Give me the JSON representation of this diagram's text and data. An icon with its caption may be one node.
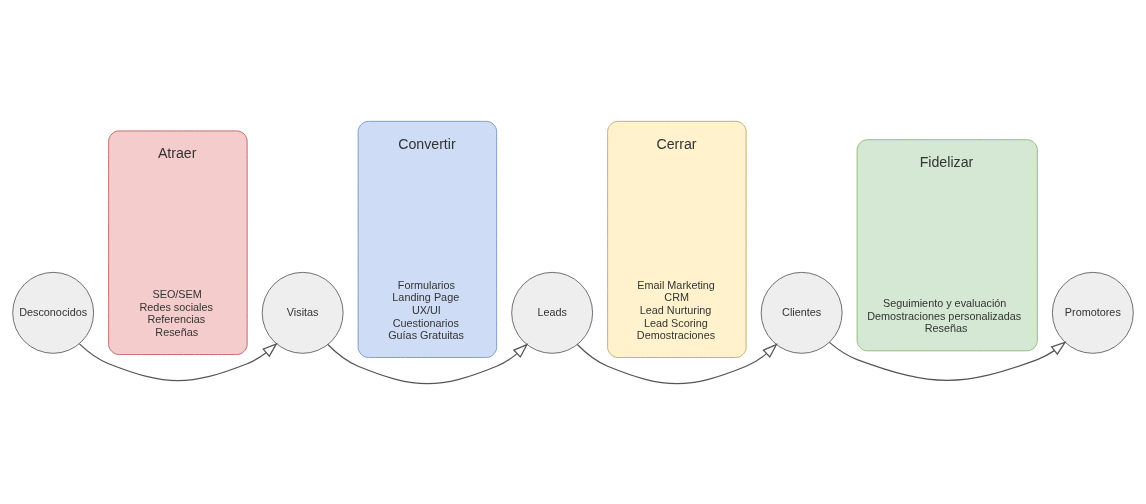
{
  "diagram": {
    "nodes": [
      {
        "text": [
          "Atraer",
          "SEO/SEM",
          "Redes sociales",
          "Referencias",
          "Reseñas"
        ]
      },
      {
        "text": [
          "Convertir",
          "Formularios",
          "Landing Page",
          "UX/UI",
          "Cuestionarios",
          "Guías Gratuitas"
        ]
      },
      {
        "text": [
          "Cerrar",
          "Email Marketing",
          "CRM",
          "Lead Nurturing",
          "Lead Scoring",
          "Demostraciones"
        ]
      },
      {
        "text": [
          "Fidelizar",
          "Seguimiento y evaluación",
          "Demostraciones personalizadas",
          "Reseñas"
        ]
      },
      {
        "text": [
          "Desconocidos"
        ]
      },
      {
        "text": [
          "Visitas"
        ]
      },
      {
        "text": [
          "Leads"
        ]
      },
      {
        "text": [
          "Clientes"
        ]
      },
      {
        "text": [
          "Promotores"
        ]
      }
    ],
    "edges": [
      {
        "from": 4,
        "to": 5,
        "arrow": "to"
      },
      {
        "from": 5,
        "to": 6,
        "arrow": "to"
      },
      {
        "from": 6,
        "to": 7,
        "arrow": "to"
      },
      {
        "from": 7,
        "to": 8,
        "arrow": "to"
      }
    ]
  }
}
